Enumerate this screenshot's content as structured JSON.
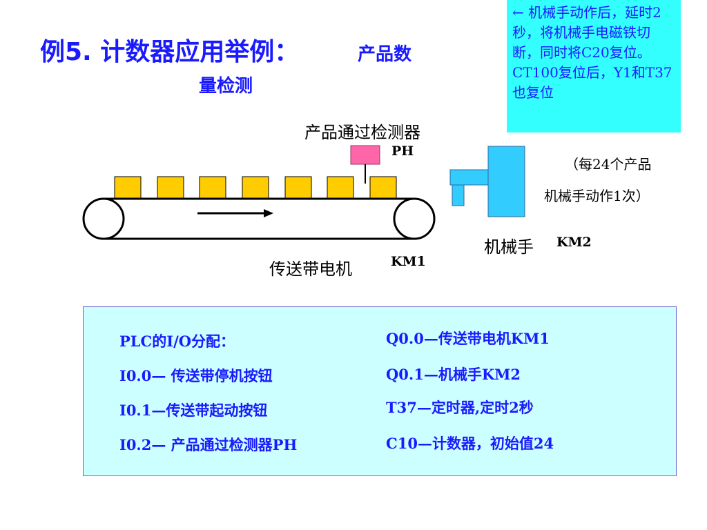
{
  "title": {
    "main": "例5. 计数器应用举例：",
    "sub_line1": "产品数",
    "sub_line2": "量检测"
  },
  "note": {
    "text": "← 机械手动作后，延时2秒，将机械手电磁铁切断，同时将C20复位。CT100复位后，Y1和T37也复位"
  },
  "diagram": {
    "detector_label": "产品通过检测器",
    "ph_label": "PH",
    "per_line1": "（每24个产品",
    "per_line2": "机械手动作1次）",
    "arm_label": "机械手",
    "km2_label": "KM2",
    "belt_label": "传送带电机",
    "km1_label": "KM1",
    "product_count": 7,
    "colors": {
      "product": "#ffcc00",
      "sensor": "#ff66aa",
      "arm": "#33ccff"
    }
  },
  "io": {
    "left": [
      "PLC的I/O分配：",
      "I0.0— 传送带停机按钮",
      "I0.1—传送带起动按钮",
      "I0.2— 产品通过检测器PH"
    ],
    "right": [
      "Q0.0—传送带电机KM1",
      "Q0.1—机械手KM2",
      "T37—定时器,定时2秒",
      "C10—计数器，初始值24"
    ]
  }
}
